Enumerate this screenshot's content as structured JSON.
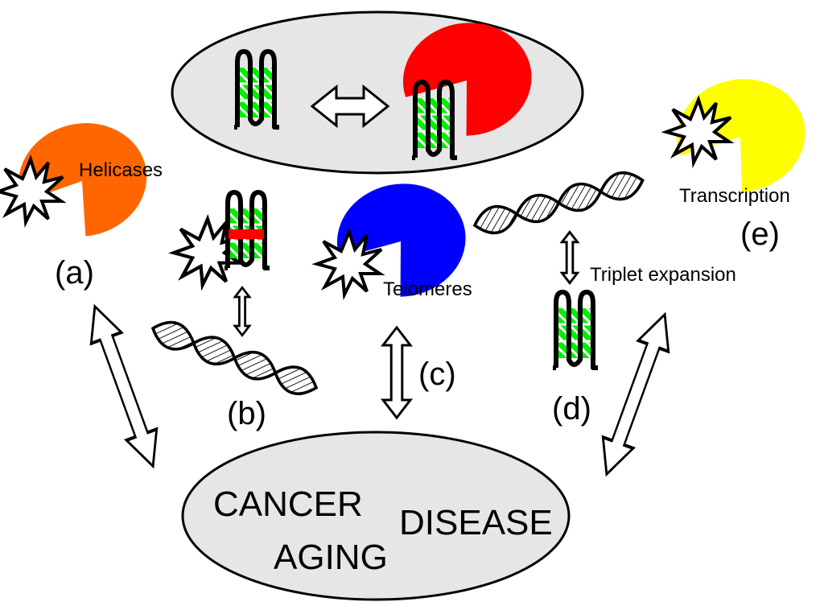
{
  "labels": {
    "helicases": "Helicases",
    "telomeres": "Telomeres",
    "transcription": "Transcription",
    "triplet": "Triplet expansion",
    "a": "(a)",
    "b": "(b)",
    "c": "(c)",
    "d": "(d)",
    "e": "(e)"
  },
  "outcomes": {
    "cancer": "CANCER",
    "aging": "AGING",
    "disease": "DISEASE"
  },
  "colors": {
    "helicase": "#ff6600",
    "telomere_protein": "#0000ff",
    "transcription_protein": "#ffff00",
    "binding_protein": "#ff0000",
    "quartet": "#00ee00",
    "ellipse_fill": "#e6e6e6"
  }
}
